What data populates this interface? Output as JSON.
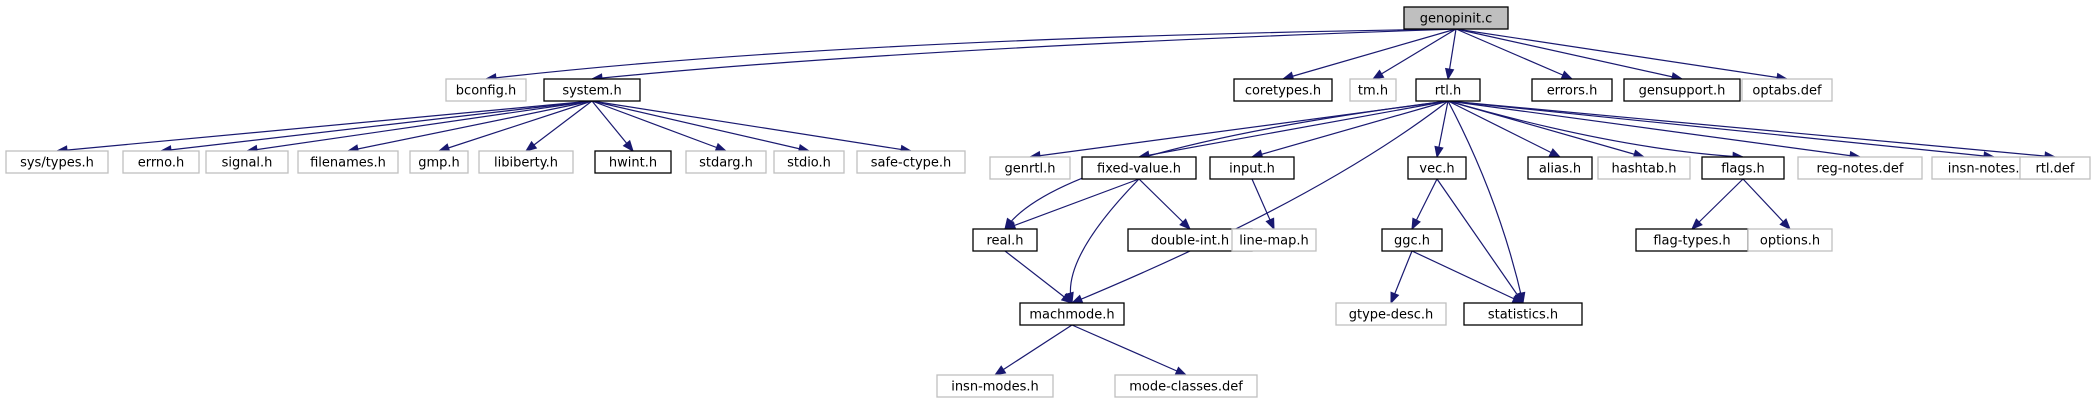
{
  "graph": {
    "nodes": [
      {
        "id": "genopinit",
        "label": "genopinit.c",
        "style": "root"
      },
      {
        "id": "bconfig",
        "label": "bconfig.h",
        "style": "gray"
      },
      {
        "id": "system",
        "label": "system.h",
        "style": "black"
      },
      {
        "id": "coretypes",
        "label": "coretypes.h",
        "style": "black"
      },
      {
        "id": "tm",
        "label": "tm.h",
        "style": "gray"
      },
      {
        "id": "rtl",
        "label": "rtl.h",
        "style": "black"
      },
      {
        "id": "errors",
        "label": "errors.h",
        "style": "black"
      },
      {
        "id": "gensupport",
        "label": "gensupport.h",
        "style": "black"
      },
      {
        "id": "optabs",
        "label": "optabs.def",
        "style": "gray"
      },
      {
        "id": "systypes",
        "label": "sys/types.h",
        "style": "gray"
      },
      {
        "id": "errno",
        "label": "errno.h",
        "style": "gray"
      },
      {
        "id": "signal",
        "label": "signal.h",
        "style": "gray"
      },
      {
        "id": "filenames",
        "label": "filenames.h",
        "style": "gray"
      },
      {
        "id": "gmp",
        "label": "gmp.h",
        "style": "gray"
      },
      {
        "id": "libiberty",
        "label": "libiberty.h",
        "style": "gray"
      },
      {
        "id": "hwint",
        "label": "hwint.h",
        "style": "black"
      },
      {
        "id": "stdarg",
        "label": "stdarg.h",
        "style": "gray"
      },
      {
        "id": "stdio",
        "label": "stdio.h",
        "style": "gray"
      },
      {
        "id": "safectype",
        "label": "safe-ctype.h",
        "style": "gray"
      },
      {
        "id": "genrtl",
        "label": "genrtl.h",
        "style": "gray"
      },
      {
        "id": "fixedvalue",
        "label": "fixed-value.h",
        "style": "black"
      },
      {
        "id": "input",
        "label": "input.h",
        "style": "black"
      },
      {
        "id": "vec",
        "label": "vec.h",
        "style": "black"
      },
      {
        "id": "alias",
        "label": "alias.h",
        "style": "black"
      },
      {
        "id": "hashtab",
        "label": "hashtab.h",
        "style": "gray"
      },
      {
        "id": "flags",
        "label": "flags.h",
        "style": "black"
      },
      {
        "id": "regnotes",
        "label": "reg-notes.def",
        "style": "gray"
      },
      {
        "id": "insnnotes",
        "label": "insn-notes.def",
        "style": "gray"
      },
      {
        "id": "rtldef",
        "label": "rtl.def",
        "style": "gray"
      },
      {
        "id": "real",
        "label": "real.h",
        "style": "black"
      },
      {
        "id": "doubleint",
        "label": "double-int.h",
        "style": "black"
      },
      {
        "id": "linemap",
        "label": "line-map.h",
        "style": "gray"
      },
      {
        "id": "ggc",
        "label": "ggc.h",
        "style": "black"
      },
      {
        "id": "flagtypes",
        "label": "flag-types.h",
        "style": "black"
      },
      {
        "id": "options",
        "label": "options.h",
        "style": "gray"
      },
      {
        "id": "machmode",
        "label": "machmode.h",
        "style": "black"
      },
      {
        "id": "gtypedesc",
        "label": "gtype-desc.h",
        "style": "gray"
      },
      {
        "id": "statistics",
        "label": "statistics.h",
        "style": "black"
      },
      {
        "id": "insnmodes",
        "label": "insn-modes.h",
        "style": "gray"
      },
      {
        "id": "modeclasses",
        "label": "mode-classes.def",
        "style": "gray"
      }
    ],
    "edges": [
      [
        "genopinit",
        "bconfig"
      ],
      [
        "genopinit",
        "system"
      ],
      [
        "genopinit",
        "coretypes"
      ],
      [
        "genopinit",
        "tm"
      ],
      [
        "genopinit",
        "rtl"
      ],
      [
        "genopinit",
        "errors"
      ],
      [
        "genopinit",
        "gensupport"
      ],
      [
        "genopinit",
        "optabs"
      ],
      [
        "system",
        "systypes"
      ],
      [
        "system",
        "errno"
      ],
      [
        "system",
        "signal"
      ],
      [
        "system",
        "filenames"
      ],
      [
        "system",
        "gmp"
      ],
      [
        "system",
        "libiberty"
      ],
      [
        "system",
        "hwint"
      ],
      [
        "system",
        "stdarg"
      ],
      [
        "system",
        "stdio"
      ],
      [
        "system",
        "safectype"
      ],
      [
        "rtl",
        "genrtl"
      ],
      [
        "rtl",
        "fixedvalue"
      ],
      [
        "rtl",
        "input"
      ],
      [
        "rtl",
        "vec"
      ],
      [
        "rtl",
        "alias"
      ],
      [
        "rtl",
        "hashtab"
      ],
      [
        "rtl",
        "flags"
      ],
      [
        "rtl",
        "regnotes"
      ],
      [
        "rtl",
        "insnnotes"
      ],
      [
        "rtl",
        "rtldef"
      ],
      [
        "rtl",
        "real"
      ],
      [
        "rtl",
        "machmode"
      ],
      [
        "rtl",
        "statistics"
      ],
      [
        "fixedvalue",
        "real"
      ],
      [
        "fixedvalue",
        "doubleint"
      ],
      [
        "fixedvalue",
        "machmode"
      ],
      [
        "input",
        "linemap"
      ],
      [
        "vec",
        "ggc"
      ],
      [
        "vec",
        "statistics"
      ],
      [
        "flags",
        "flagtypes"
      ],
      [
        "flags",
        "options"
      ],
      [
        "real",
        "machmode"
      ],
      [
        "ggc",
        "gtypedesc"
      ],
      [
        "ggc",
        "statistics"
      ],
      [
        "machmode",
        "insnmodes"
      ],
      [
        "machmode",
        "modeclasses"
      ]
    ]
  }
}
